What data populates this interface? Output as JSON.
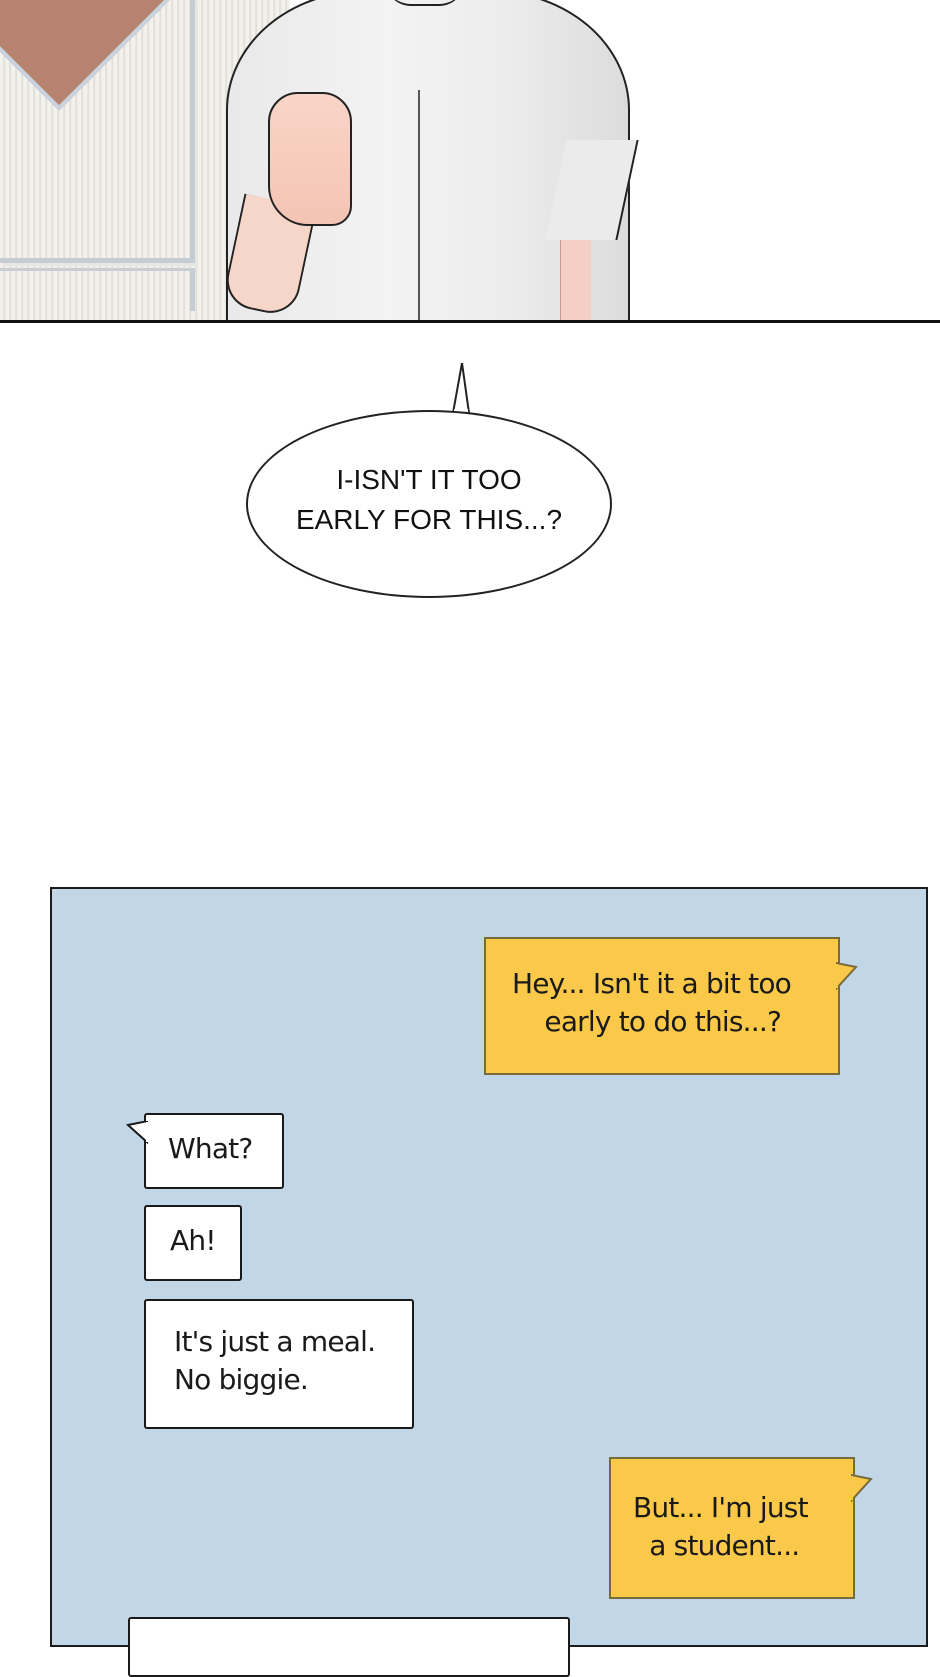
{
  "comic": {
    "top_panel": {
      "description": "Person in a light grey t-shirt raising a hand in front of a striped wall panel"
    },
    "speech_bubble": {
      "text": "I-ISN'T IT TOO\nEARLY FOR THIS...?"
    },
    "chat_panel": {
      "background_color": "#c1d7e8",
      "sent_bubble_color": "#fbc94a",
      "received_bubble_color": "#ffffff",
      "messages": [
        {
          "side": "sent",
          "text": "Hey... Isn't it a bit too\n    early to do this...?"
        },
        {
          "side": "received",
          "text": "What?"
        },
        {
          "side": "received",
          "text": "Ah!"
        },
        {
          "side": "received",
          "text": "It's just a meal.\nNo biggie."
        },
        {
          "side": "sent",
          "text": "But... I'm just\n  a student..."
        },
        {
          "side": "received",
          "text": ""
        }
      ]
    }
  }
}
